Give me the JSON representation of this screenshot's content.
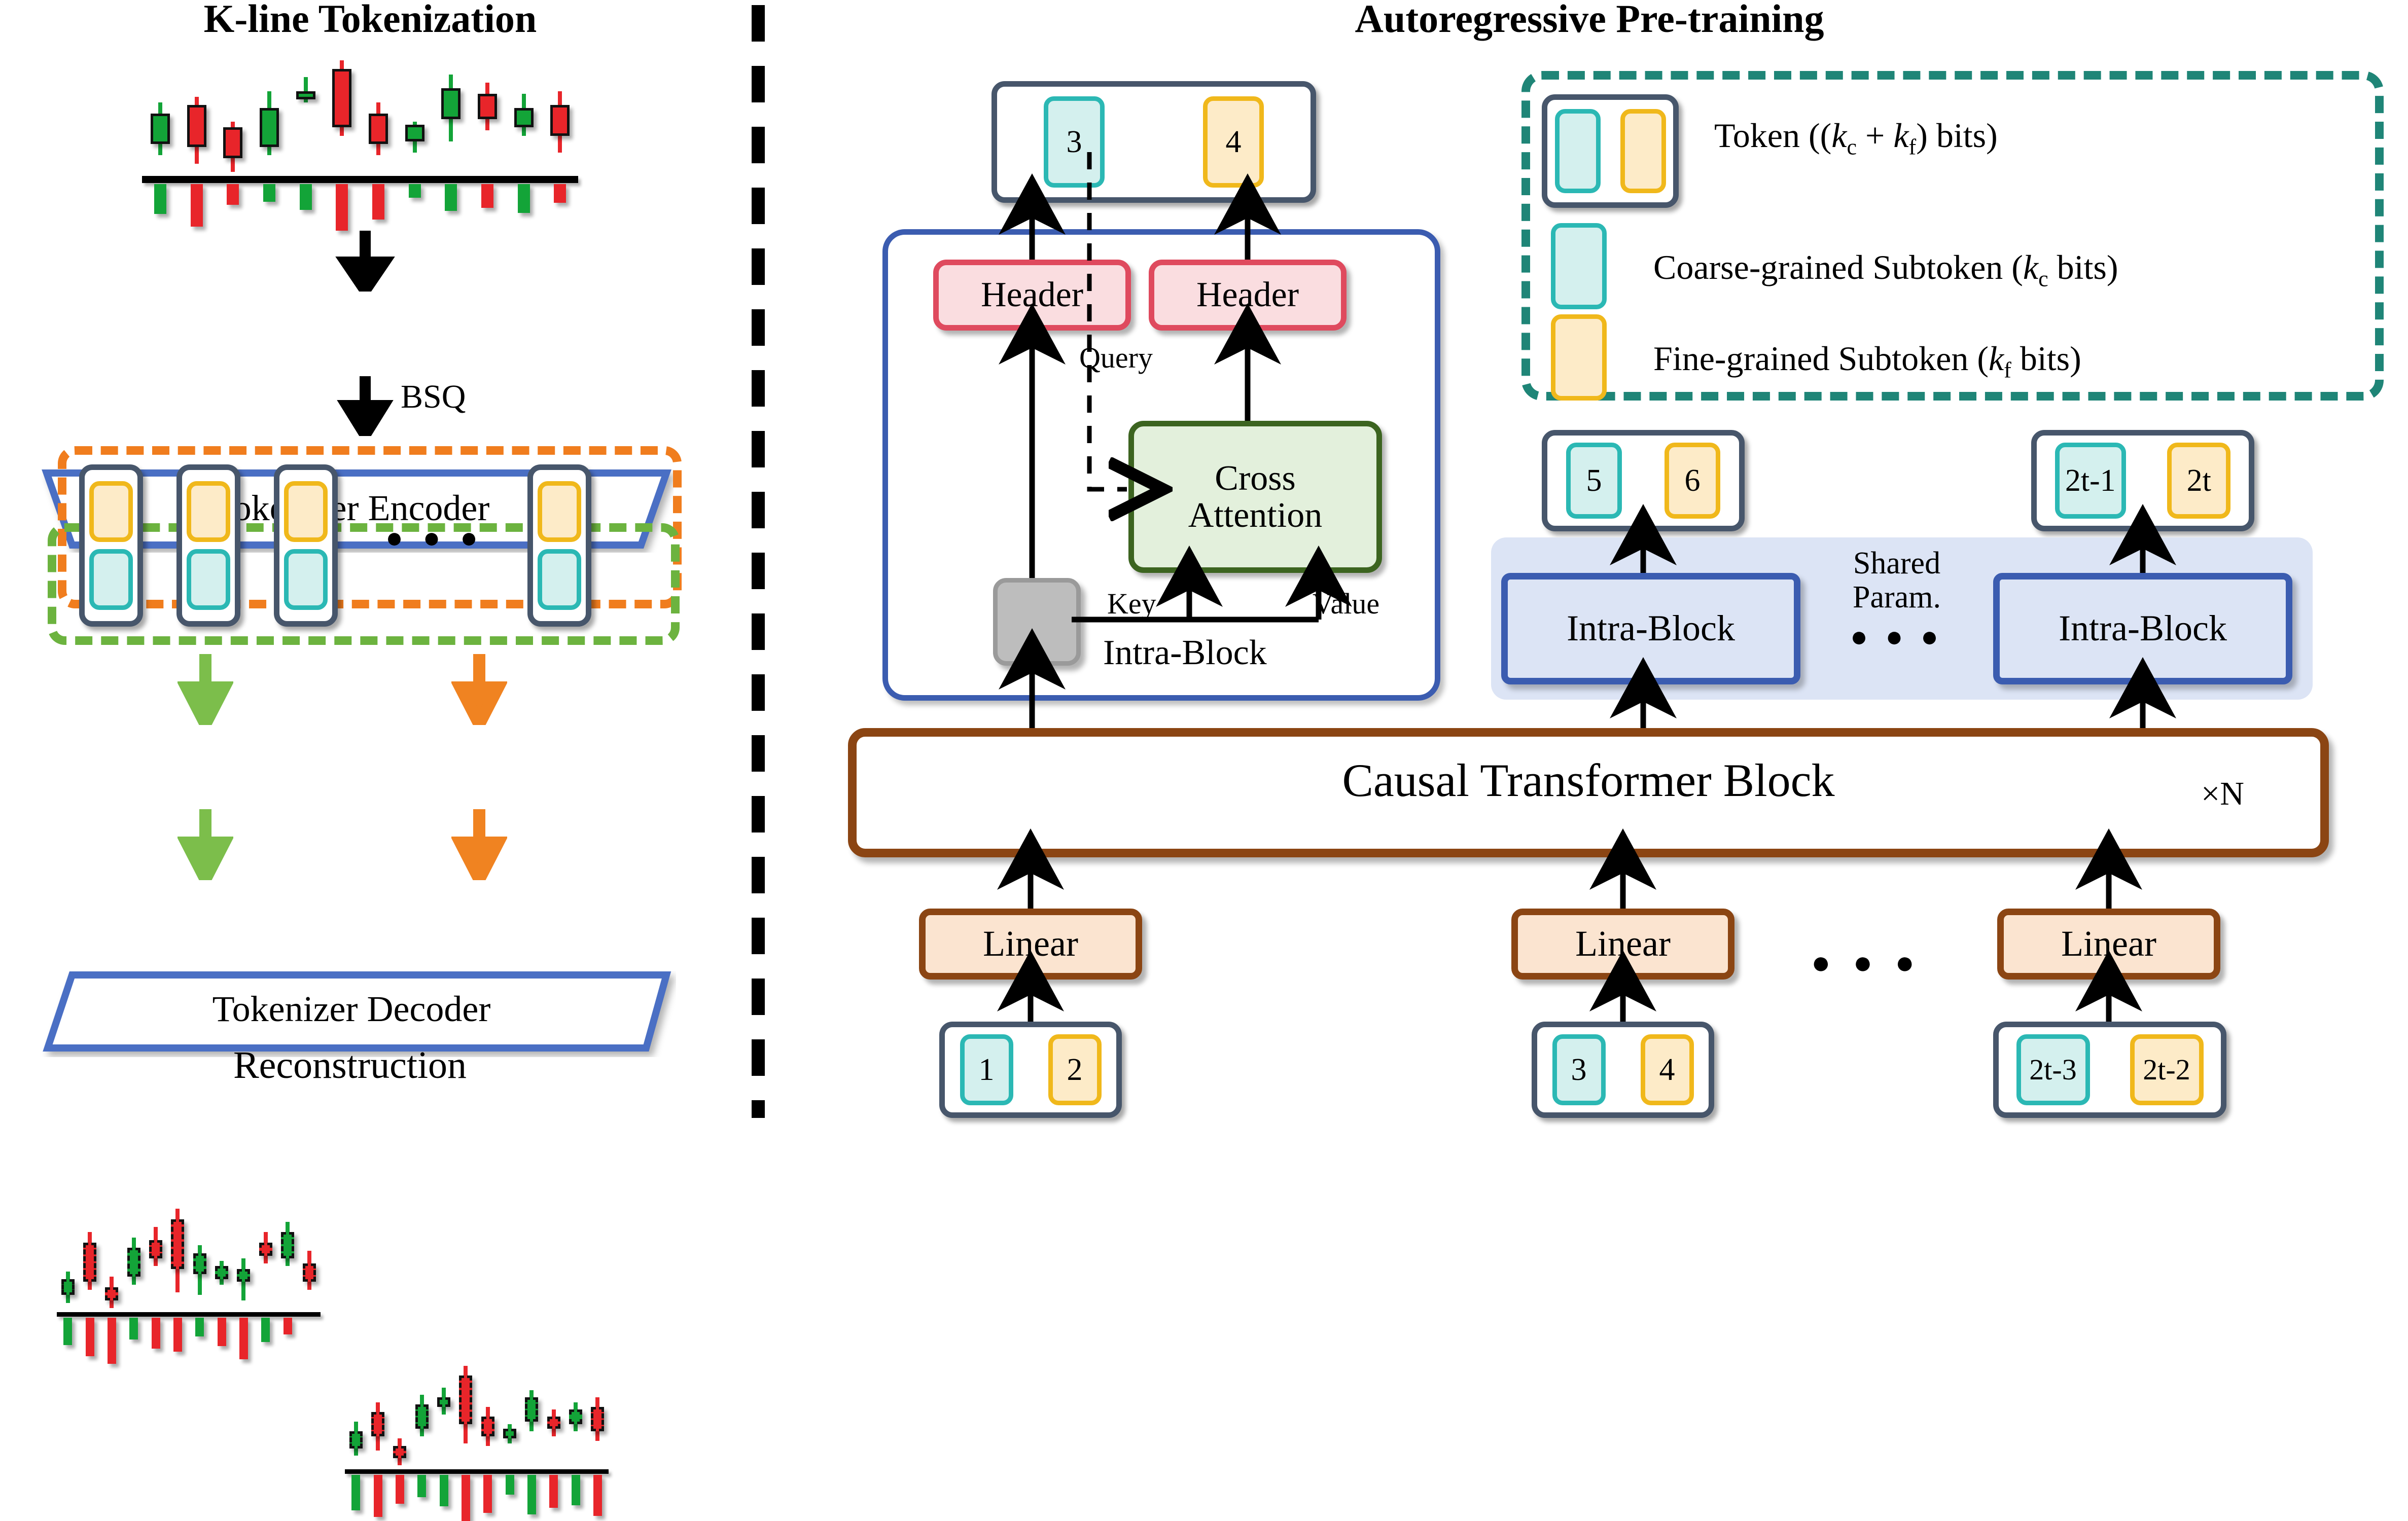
{
  "left_panel": {
    "title": "K-line Tokenization",
    "encoder_label": "Tokenizer Encoder",
    "decoder_label": "Tokenizer Decoder",
    "bsq_label": "BSQ",
    "reconstruction_label": "Reconstruction",
    "ellipsis": "● ● ●",
    "token_stack": {
      "coarse_group_color": "#6CB33F",
      "fine_group_color": "#F07D1E",
      "columns": 4
    }
  },
  "right_panel": {
    "title": "Autoregressive Pre-training",
    "output_token": {
      "coarse": "3",
      "fine": "4"
    },
    "intra_block_detail": {
      "header_left": "Header",
      "header_right": "Header",
      "cross_attention": "Cross\nAttention",
      "query_label": "Query",
      "key_label": "Key",
      "value_label": "Value",
      "block_label": "Intra-Block"
    },
    "predicted_tokens": [
      {
        "coarse": "5",
        "fine": "6"
      },
      {
        "coarse": "2t-1",
        "fine": "2t"
      }
    ],
    "shared_param_label": "Shared\nParam.",
    "shared_blocks": [
      "Intra-Block",
      "Intra-Block"
    ],
    "shared_ellipsis": "● ● ●",
    "transformer": {
      "label": "Causal Transformer Block",
      "repeat": "×N"
    },
    "linear_label": "Linear",
    "input_tokens": [
      {
        "coarse": "1",
        "fine": "2"
      },
      {
        "coarse": "3",
        "fine": "4"
      },
      {
        "coarse": "2t-3",
        "fine": "2t-2"
      }
    ],
    "bottom_ellipsis": "● ● ●",
    "legend": {
      "items": [
        {
          "swatch": "token",
          "text": "Token ((kᴄ + kғ) bits)",
          "text_parts": {
            "pre": "Token ((",
            "sub1": "c",
            "mid": " + ",
            "sub2": "f",
            "post": ") bits)"
          }
        },
        {
          "swatch": "coarse",
          "text_parts": {
            "pre": "Coarse-grained Subtoken (",
            "sub1": "c",
            "post": " bits)"
          }
        },
        {
          "swatch": "fine",
          "text_parts": {
            "pre": "Fine-grained Subtoken (",
            "sub1": "f",
            "post": " bits)"
          }
        }
      ],
      "border_color": "#1F8577"
    }
  },
  "colors": {
    "slate": "#47566B",
    "cyan_fill": "#D4F0EE",
    "cyan_border": "#2BB8B4",
    "yellow_fill": "#FDEBC8",
    "yellow_border": "#F0B81B",
    "blue_border": "#3B5CB0",
    "pink_fill": "#FADDE0",
    "pink_border": "#DF4A5E",
    "green_fill": "#E3F0DC",
    "green_border": "#3C6420",
    "brown_border": "#8B4513",
    "linear_fill": "#FBE4D0",
    "grey_fill": "#BDBDBD",
    "shared_panel": "#DCE4F5",
    "orange_dash": "#F07D1E",
    "green_dash": "#6CB33F",
    "teal_dash": "#1F8577",
    "up": "#13A438",
    "down": "#E8252A"
  },
  "chart_data": {
    "type": "candlestick",
    "title": "K-line Tokenization",
    "series": [
      {
        "name": "original",
        "candles": [
          {
            "dir": "up",
            "o": 40,
            "c": 62,
            "h": 70,
            "l": 32
          },
          {
            "dir": "down",
            "o": 68,
            "c": 38,
            "h": 74,
            "l": 26
          },
          {
            "dir": "down",
            "o": 52,
            "c": 30,
            "h": 56,
            "l": 20
          },
          {
            "dir": "up",
            "o": 38,
            "c": 66,
            "h": 78,
            "l": 32
          },
          {
            "dir": "up",
            "o": 72,
            "c": 78,
            "h": 88,
            "l": 70
          },
          {
            "dir": "down",
            "o": 94,
            "c": 52,
            "h": 100,
            "l": 46
          },
          {
            "dir": "down",
            "o": 62,
            "c": 40,
            "h": 70,
            "l": 32
          },
          {
            "dir": "up",
            "o": 42,
            "c": 54,
            "h": 56,
            "l": 34
          },
          {
            "dir": "up",
            "o": 58,
            "c": 80,
            "h": 90,
            "l": 42
          },
          {
            "dir": "down",
            "o": 76,
            "c": 58,
            "h": 84,
            "l": 50
          },
          {
            "dir": "up",
            "o": 52,
            "c": 66,
            "h": 76,
            "l": 46
          },
          {
            "dir": "down",
            "o": 68,
            "c": 46,
            "h": 78,
            "l": 34
          }
        ],
        "volumes": [
          {
            "dir": "up",
            "v": 58
          },
          {
            "dir": "down",
            "v": 82
          },
          {
            "dir": "down",
            "v": 40
          },
          {
            "dir": "up",
            "v": 34
          },
          {
            "dir": "up",
            "v": 50
          },
          {
            "dir": "down",
            "v": 90
          },
          {
            "dir": "down",
            "v": 68
          },
          {
            "dir": "up",
            "v": 26
          },
          {
            "dir": "up",
            "v": 52
          },
          {
            "dir": "down",
            "v": 46
          },
          {
            "dir": "up",
            "v": 56
          },
          {
            "dir": "down",
            "v": 36
          }
        ]
      },
      {
        "name": "reconstruction_left",
        "candles": [
          {
            "dir": "up",
            "o": 34,
            "c": 46,
            "h": 52,
            "l": 28
          },
          {
            "dir": "down",
            "o": 74,
            "c": 44,
            "h": 82,
            "l": 38
          },
          {
            "dir": "down",
            "o": 40,
            "c": 30,
            "h": 48,
            "l": 24
          },
          {
            "dir": "up",
            "o": 48,
            "c": 70,
            "h": 78,
            "l": 42
          },
          {
            "dir": "down",
            "o": 76,
            "c": 62,
            "h": 86,
            "l": 56
          },
          {
            "dir": "down",
            "o": 92,
            "c": 54,
            "h": 100,
            "l": 36
          },
          {
            "dir": "up",
            "o": 50,
            "c": 66,
            "h": 72,
            "l": 34
          },
          {
            "dir": "up",
            "o": 46,
            "c": 56,
            "h": 60,
            "l": 42
          },
          {
            "dir": "up",
            "o": 44,
            "c": 54,
            "h": 62,
            "l": 30
          },
          {
            "dir": "down",
            "o": 74,
            "c": 64,
            "h": 82,
            "l": 58
          },
          {
            "dir": "up",
            "o": 62,
            "c": 82,
            "h": 90,
            "l": 56
          },
          {
            "dir": "down",
            "o": 58,
            "c": 44,
            "h": 68,
            "l": 38
          }
        ],
        "volumes": [
          {
            "dir": "up",
            "v": 50
          },
          {
            "dir": "down",
            "v": 70
          },
          {
            "dir": "down",
            "v": 84
          },
          {
            "dir": "up",
            "v": 40
          },
          {
            "dir": "down",
            "v": 56
          },
          {
            "dir": "down",
            "v": 62
          },
          {
            "dir": "up",
            "v": 34
          },
          {
            "dir": "down",
            "v": 52
          },
          {
            "dir": "down",
            "v": 76
          },
          {
            "dir": "up",
            "v": 44
          },
          {
            "dir": "down",
            "v": 30
          }
        ]
      },
      {
        "name": "reconstruction_right",
        "candles": [
          {
            "dir": "up",
            "o": 36,
            "c": 50,
            "h": 58,
            "l": 30
          },
          {
            "dir": "down",
            "o": 66,
            "c": 46,
            "h": 74,
            "l": 34
          },
          {
            "dir": "down",
            "o": 38,
            "c": 28,
            "h": 44,
            "l": 22
          },
          {
            "dir": "up",
            "o": 52,
            "c": 72,
            "h": 80,
            "l": 46
          },
          {
            "dir": "up",
            "o": 70,
            "c": 78,
            "h": 86,
            "l": 64
          },
          {
            "dir": "down",
            "o": 96,
            "c": 56,
            "h": 104,
            "l": 40
          },
          {
            "dir": "down",
            "o": 62,
            "c": 46,
            "h": 70,
            "l": 38
          },
          {
            "dir": "up",
            "o": 44,
            "c": 52,
            "h": 56,
            "l": 40
          },
          {
            "dir": "up",
            "o": 58,
            "c": 78,
            "h": 84,
            "l": 50
          },
          {
            "dir": "down",
            "o": 62,
            "c": 52,
            "h": 68,
            "l": 46
          },
          {
            "dir": "up",
            "o": 56,
            "c": 68,
            "h": 74,
            "l": 50
          },
          {
            "dir": "down",
            "o": 70,
            "c": 50,
            "h": 78,
            "l": 42
          }
        ],
        "volumes": [
          {
            "dir": "up",
            "v": 54
          },
          {
            "dir": "down",
            "v": 64
          },
          {
            "dir": "down",
            "v": 44
          },
          {
            "dir": "up",
            "v": 34
          },
          {
            "dir": "up",
            "v": 48
          },
          {
            "dir": "down",
            "v": 70
          },
          {
            "dir": "down",
            "v": 58
          },
          {
            "dir": "up",
            "v": 30
          },
          {
            "dir": "up",
            "v": 60
          },
          {
            "dir": "down",
            "v": 50
          },
          {
            "dir": "up",
            "v": 46
          },
          {
            "dir": "down",
            "v": 62
          }
        ]
      }
    ],
    "xlabel": "",
    "ylabel": "",
    "grid": false,
    "legend": "none"
  }
}
